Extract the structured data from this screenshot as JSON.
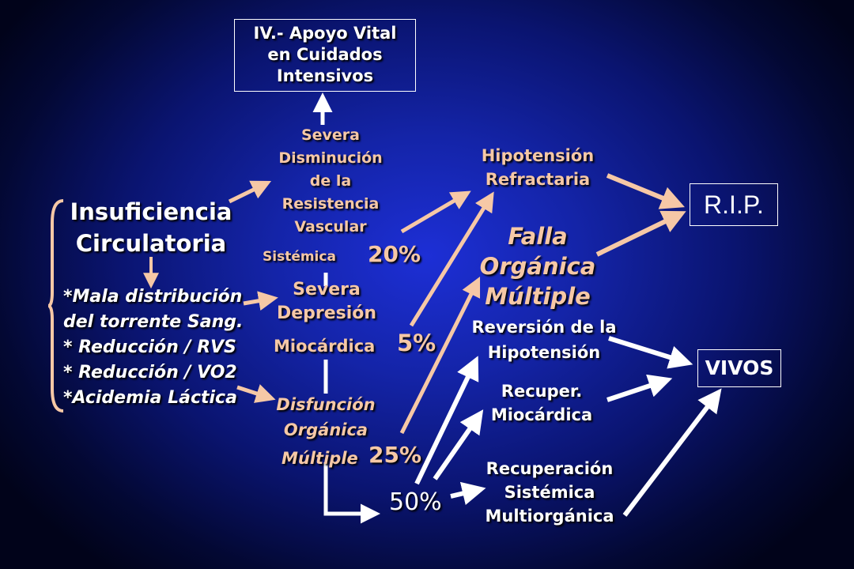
{
  "boxes": {
    "apoyo": "IV.- Apoyo Vital\nen Cuidados\nIntensivos",
    "rip": "R.I.P.",
    "vivos": "VIVOS"
  },
  "left": {
    "title": "Insuficiencia\nCirculatoria",
    "items": [
      "*Mala distribución",
      "del torrente Sang.",
      "* Reducción / RVS",
      "* Reducción / VO2",
      "*Acidemia Láctica"
    ]
  },
  "middle": {
    "resistencia": "Severa\nDisminución\nde la\nResistencia\nVascular",
    "sistemica": "Sistémica",
    "pct_20": "20%",
    "depresion": "Severa\nDepresión",
    "miocardica": "Miocárdica",
    "pct_5": "5%",
    "disfuncion": "Disfunción\nOrgánica",
    "multiple": "Múltiple",
    "pct_25": "25%",
    "pct_50": "50%"
  },
  "right": {
    "hipotension": "Hipotensión\nRefractaria",
    "falla": "Falla\nOrgánica\nMúltiple",
    "reversion": "Reversión de la\nHipotensión",
    "recuper": "Recuper.\nMiocárdica",
    "recuperacion": "Recuperación\nSistémica\nMultiorgánica"
  },
  "colors": {
    "peach": "#f6c8a6",
    "white": "#ffffff",
    "background": "#1424a8"
  }
}
